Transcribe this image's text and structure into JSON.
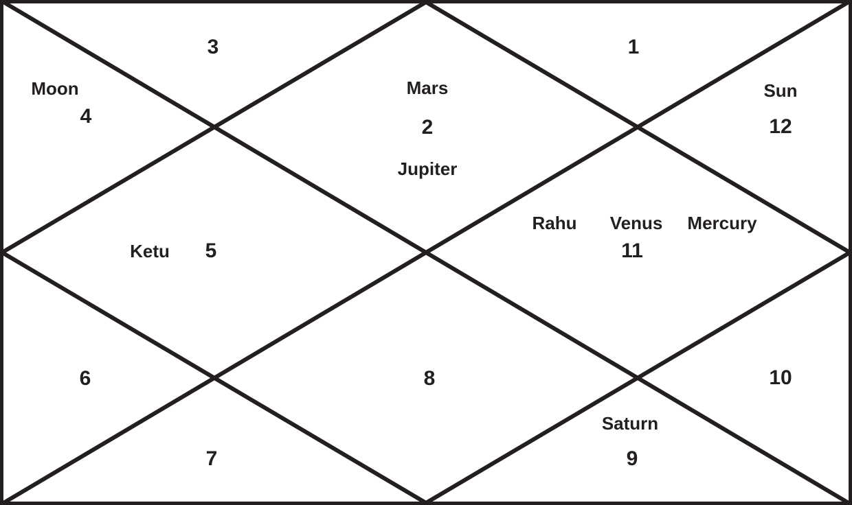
{
  "chart": {
    "style": "north-indian-kundali",
    "houses": [
      {
        "number": "1",
        "planets": []
      },
      {
        "number": "2",
        "planets": [
          "Mars",
          "Jupiter"
        ]
      },
      {
        "number": "3",
        "planets": []
      },
      {
        "number": "4",
        "planets": [
          "Moon"
        ]
      },
      {
        "number": "5",
        "planets": [
          "Ketu"
        ]
      },
      {
        "number": "6",
        "planets": []
      },
      {
        "number": "7",
        "planets": []
      },
      {
        "number": "8",
        "planets": []
      },
      {
        "number": "9",
        "planets": [
          "Saturn"
        ]
      },
      {
        "number": "10",
        "planets": []
      },
      {
        "number": "11",
        "planets": [
          "Rahu",
          "Venus",
          "Mercury"
        ]
      },
      {
        "number": "12",
        "planets": [
          "Sun"
        ]
      }
    ]
  },
  "colors": {
    "line": "#231f20",
    "text": "#231f20",
    "background": "#ffffff"
  }
}
